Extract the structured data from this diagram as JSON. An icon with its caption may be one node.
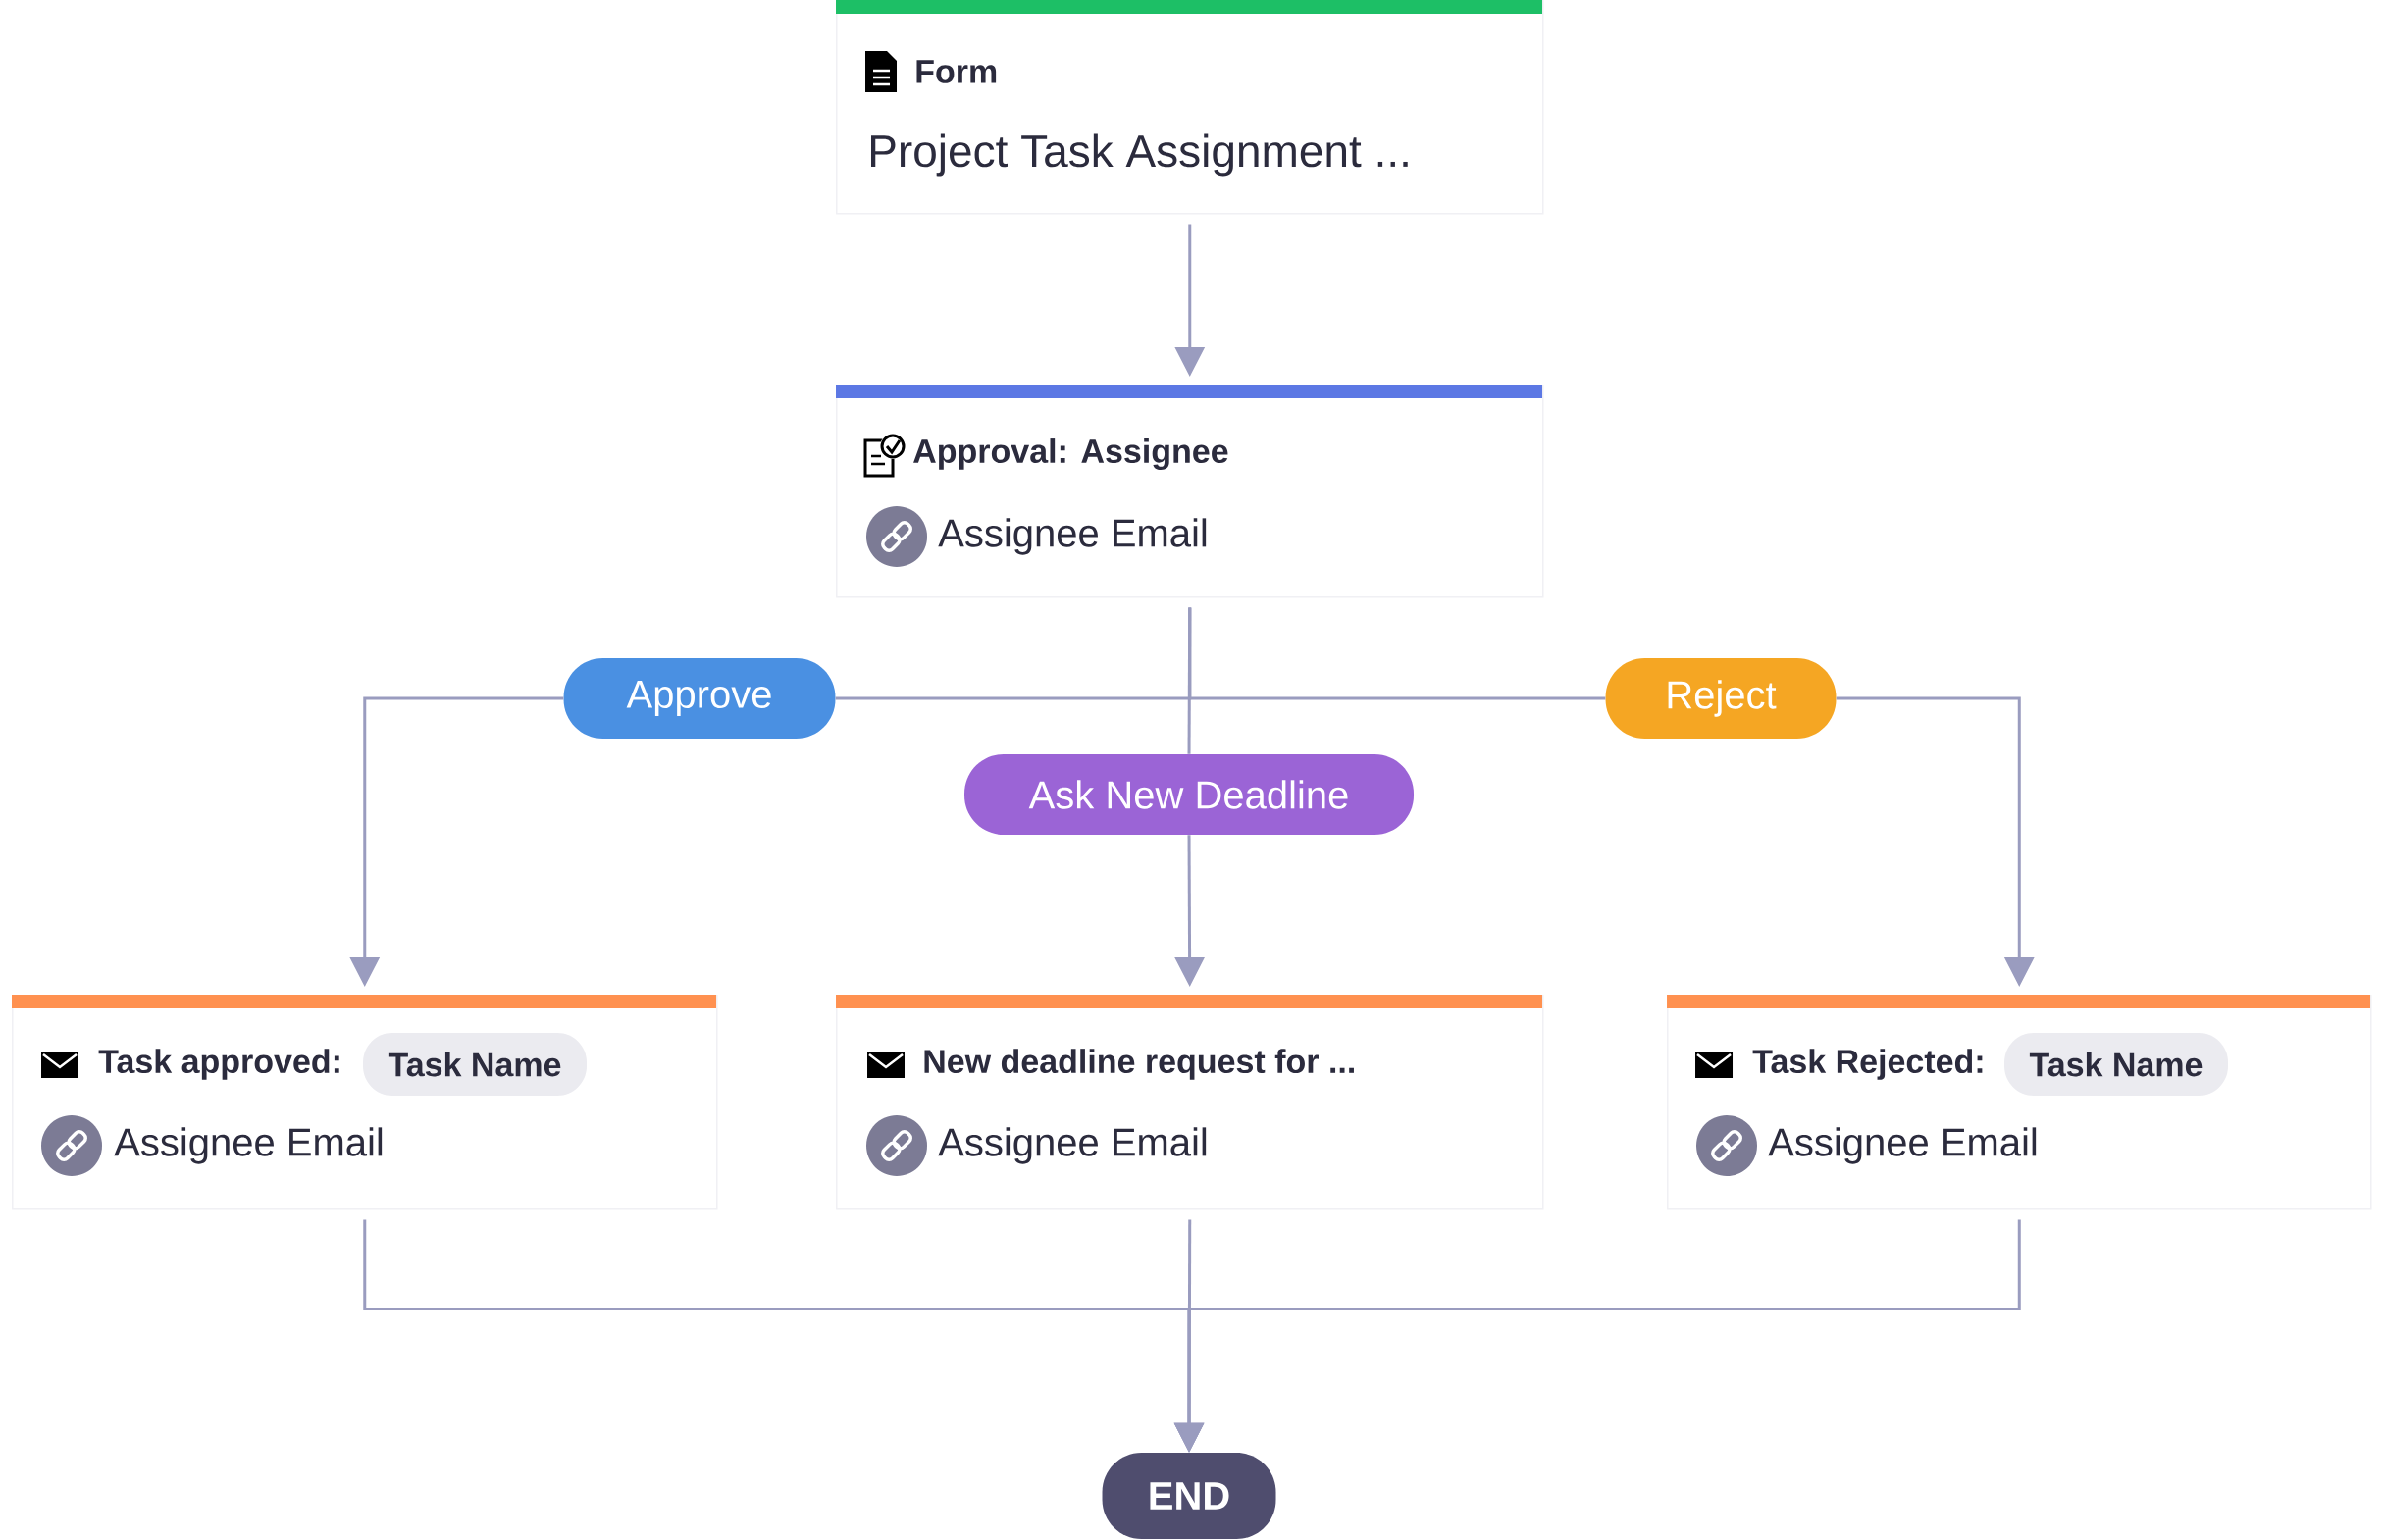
{
  "diagram": {
    "nodes": [
      {
        "text": [
          "Form",
          "Project Task Assignment ..."
        ]
      },
      {
        "text": [
          "Approval: Assignee",
          "Assignee Email"
        ]
      },
      {
        "text": [
          "Approve"
        ]
      },
      {
        "text": [
          "Ask New Deadline"
        ]
      },
      {
        "text": [
          "Reject"
        ]
      },
      {
        "text": [
          "Task approved:",
          "Assignee Email"
        ]
      },
      {
        "text": [
          "Task Name"
        ],
        "in": 5
      },
      {
        "text": [
          "New deadline request for ...",
          "Assignee Email"
        ]
      },
      {
        "text": [
          "Task Rejected:",
          "Assignee Email"
        ]
      },
      {
        "text": [
          "Task Name"
        ],
        "in": 8
      },
      {
        "text": [
          "END"
        ]
      }
    ],
    "edges": [
      {
        "from": 0,
        "to": 1,
        "arrow": "to"
      },
      {
        "from": 1,
        "to": 2,
        "arrow": "none"
      },
      {
        "from": 1,
        "to": 3,
        "arrow": "none"
      },
      {
        "from": 1,
        "to": 4,
        "arrow": "none"
      },
      {
        "from": 2,
        "to": 5,
        "arrow": "to"
      },
      {
        "from": 3,
        "to": 7,
        "arrow": "to"
      },
      {
        "from": 4,
        "to": 8,
        "arrow": "to"
      },
      {
        "from": 5,
        "to": 10,
        "arrow": "to"
      },
      {
        "from": 7,
        "to": 10,
        "arrow": "to"
      },
      {
        "from": 8,
        "to": 10,
        "arrow": "to"
      }
    ]
  }
}
